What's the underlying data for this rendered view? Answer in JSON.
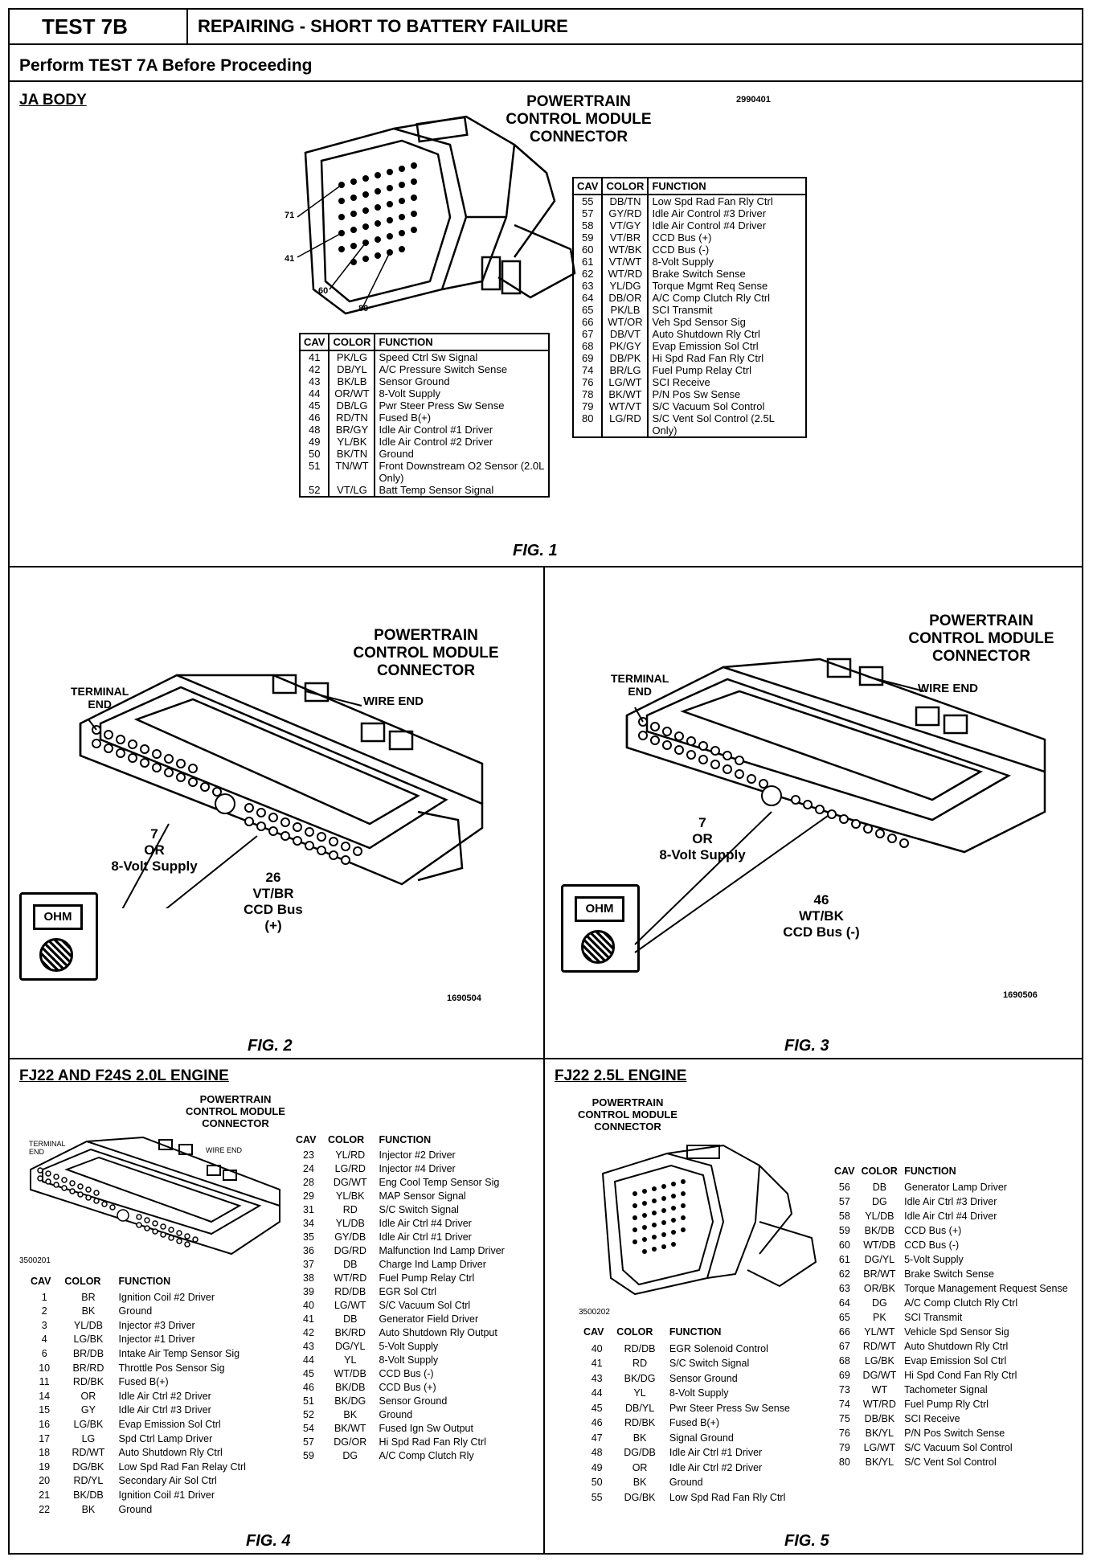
{
  "header": {
    "test_id": "TEST 7B",
    "title": "REPAIRING - SHORT TO BATTERY FAILURE",
    "subtitle": "Perform TEST 7A Before Proceeding"
  },
  "fig1": {
    "section": "JA BODY",
    "connector_title": [
      "POWERTRAIN",
      "CONTROL MODULE",
      "CONNECTOR"
    ],
    "code": "2990401",
    "callouts": [
      "71",
      "41",
      "60",
      "80"
    ],
    "caption": "FIG. 1",
    "table_headers": [
      "CAV",
      "COLOR",
      "FUNCTION"
    ],
    "table_left": [
      [
        "41",
        "PK/LG",
        "Speed Ctrl Sw Signal"
      ],
      [
        "42",
        "DB/YL",
        "A/C Pressure Switch Sense"
      ],
      [
        "43",
        "BK/LB",
        "Sensor Ground"
      ],
      [
        "44",
        "OR/WT",
        "8-Volt Supply"
      ],
      [
        "45",
        "DB/LG",
        "Pwr Steer Press Sw Sense"
      ],
      [
        "46",
        "RD/TN",
        "Fused B(+)"
      ],
      [
        "48",
        "BR/GY",
        "Idle Air Control #1 Driver"
      ],
      [
        "49",
        "YL/BK",
        "Idle Air Control #2 Driver"
      ],
      [
        "50",
        "BK/TN",
        "Ground"
      ],
      [
        "51",
        "TN/WT",
        "Front Downstream O2 Sensor (2.0L Only)"
      ],
      [
        "52",
        "VT/LG",
        "Batt Temp Sensor Signal"
      ]
    ],
    "table_right": [
      [
        "55",
        "DB/TN",
        "Low Spd Rad Fan Rly Ctrl"
      ],
      [
        "57",
        "GY/RD",
        "Idle Air Control #3 Driver"
      ],
      [
        "58",
        "VT/GY",
        "Idle Air Control #4 Driver"
      ],
      [
        "59",
        "VT/BR",
        "CCD Bus (+)"
      ],
      [
        "60",
        "WT/BK",
        "CCD Bus (-)"
      ],
      [
        "61",
        "VT/WT",
        "8-Volt Supply"
      ],
      [
        "62",
        "WT/RD",
        "Brake Switch Sense"
      ],
      [
        "63",
        "YL/DG",
        "Torque Mgmt Req Sense"
      ],
      [
        "64",
        "DB/OR",
        "A/C Comp Clutch Rly Ctrl"
      ],
      [
        "65",
        "PK/LB",
        "SCI Transmit"
      ],
      [
        "66",
        "WT/OR",
        "Veh Spd Sensor Sig"
      ],
      [
        "67",
        "DB/VT",
        "Auto Shutdown Rly Ctrl"
      ],
      [
        "68",
        "PK/GY",
        "Evap Emission Sol Ctrl"
      ],
      [
        "69",
        "DB/PK",
        "Hi Spd Rad Fan Rly Ctrl"
      ],
      [
        "74",
        "BR/LG",
        "Fuel Pump Relay Ctrl"
      ],
      [
        "76",
        "LG/WT",
        "SCI Receive"
      ],
      [
        "78",
        "BK/WT",
        "P/N Pos Sw Sense"
      ],
      [
        "79",
        "WT/VT",
        "S/C Vacuum Sol Control"
      ],
      [
        "80",
        "LG/RD",
        "S/C Vent Sol Control (2.5L Only)"
      ]
    ]
  },
  "fig2": {
    "connector_title": [
      "POWERTRAIN",
      "CONTROL MODULE",
      "CONNECTOR"
    ],
    "terminal_end": [
      "TERMINAL",
      "END"
    ],
    "wire_end": "WIRE END",
    "pin_a": [
      "7",
      "OR",
      "8-Volt Supply"
    ],
    "pin_b": [
      "26",
      "VT/BR",
      "CCD Bus",
      "(+)"
    ],
    "meter": "OHM",
    "code": "1690504",
    "caption": "FIG. 2"
  },
  "fig3": {
    "connector_title": [
      "POWERTRAIN",
      "CONTROL MODULE",
      "CONNECTOR"
    ],
    "terminal_end": [
      "TERMINAL",
      "END"
    ],
    "wire_end": "WIRE END",
    "pin_a": [
      "7",
      "OR",
      "8-Volt Supply"
    ],
    "pin_b": [
      "46",
      "WT/BK",
      "CCD Bus (-)"
    ],
    "meter": "OHM",
    "code": "1690506",
    "caption": "FIG. 3"
  },
  "fig4": {
    "section": "FJ22 AND F24S 2.0L ENGINE",
    "connector_title": [
      "POWERTRAIN",
      "CONTROL MODULE",
      "CONNECTOR"
    ],
    "terminal_end": "TERMINAL END",
    "wire_end": "WIRE END",
    "code": "3500201",
    "caption": "FIG. 4",
    "table_headers": [
      "CAV",
      "COLOR",
      "FUNCTION"
    ],
    "table_left": [
      [
        "1",
        "BR",
        "Ignition Coil #2 Driver"
      ],
      [
        "2",
        "BK",
        "Ground"
      ],
      [
        "3",
        "YL/DB",
        "Injector #3 Driver"
      ],
      [
        "4",
        "LG/BK",
        "Injector #1 Driver"
      ],
      [
        "6",
        "BR/DB",
        "Intake Air Temp Sensor Sig"
      ],
      [
        "10",
        "BR/RD",
        "Throttle Pos Sensor Sig"
      ],
      [
        "11",
        "RD/BK",
        "Fused B(+)"
      ],
      [
        "14",
        "OR",
        "Idle Air Ctrl #2 Driver"
      ],
      [
        "15",
        "GY",
        "Idle Air Ctrl #3 Driver"
      ],
      [
        "16",
        "LG/BK",
        "Evap Emission Sol Ctrl"
      ],
      [
        "17",
        "LG",
        "Spd Ctrl Lamp Driver"
      ],
      [
        "18",
        "RD/WT",
        "Auto Shutdown Rly Ctrl"
      ],
      [
        "19",
        "DG/BK",
        "Low Spd Rad Fan Relay Ctrl"
      ],
      [
        "20",
        "RD/YL",
        "Secondary Air Sol Ctrl"
      ],
      [
        "21",
        "BK/DB",
        "Ignition Coil #1 Driver"
      ],
      [
        "22",
        "BK",
        "Ground"
      ]
    ],
    "table_right": [
      [
        "23",
        "YL/RD",
        "Injector #2 Driver"
      ],
      [
        "24",
        "LG/RD",
        "Injector #4 Driver"
      ],
      [
        "28",
        "DG/WT",
        "Eng Cool Temp Sensor Sig"
      ],
      [
        "29",
        "YL/BK",
        "MAP Sensor Signal"
      ],
      [
        "31",
        "RD",
        "S/C Switch Signal"
      ],
      [
        "34",
        "YL/DB",
        "Idle Air Ctrl #4 Driver"
      ],
      [
        "35",
        "GY/DB",
        "Idle Air Ctrl #1 Driver"
      ],
      [
        "36",
        "DG/RD",
        "Malfunction Ind Lamp Driver"
      ],
      [
        "37",
        "DB",
        "Charge Ind Lamp Driver"
      ],
      [
        "38",
        "WT/RD",
        "Fuel Pump Relay Ctrl"
      ],
      [
        "39",
        "RD/DB",
        "EGR Sol Ctrl"
      ],
      [
        "40",
        "LG/WT",
        "S/C Vacuum Sol Ctrl"
      ],
      [
        "41",
        "DB",
        "Generator Field Driver"
      ],
      [
        "42",
        "BK/RD",
        "Auto Shutdown Rly Output"
      ],
      [
        "43",
        "DG/YL",
        "5-Volt Supply"
      ],
      [
        "44",
        "YL",
        "8-Volt Supply"
      ],
      [
        "45",
        "WT/DB",
        "CCD Bus (-)"
      ],
      [
        "46",
        "BK/DB",
        "CCD Bus (+)"
      ],
      [
        "51",
        "BK/DG",
        "Sensor Ground"
      ],
      [
        "52",
        "BK",
        "Ground"
      ],
      [
        "54",
        "BK/WT",
        "Fused Ign Sw Output"
      ],
      [
        "57",
        "DG/OR",
        "Hi Spd Rad Fan Rly Ctrl"
      ],
      [
        "59",
        "DG",
        "A/C Comp Clutch Rly"
      ]
    ]
  },
  "fig5": {
    "section": "FJ22 2.5L ENGINE",
    "connector_title": [
      "POWERTRAIN",
      "CONTROL MODULE",
      "CONNECTOR"
    ],
    "code": "3500202",
    "caption": "FIG. 5",
    "table_headers": [
      "CAV",
      "COLOR",
      "FUNCTION"
    ],
    "table_left": [
      [
        "40",
        "RD/DB",
        "EGR Solenoid Control"
      ],
      [
        "41",
        "RD",
        "S/C Switch Signal"
      ],
      [
        "43",
        "BK/DG",
        "Sensor Ground"
      ],
      [
        "44",
        "YL",
        "8-Volt Supply"
      ],
      [
        "45",
        "DB/YL",
        "Pwr Steer Press Sw Sense"
      ],
      [
        "46",
        "RD/BK",
        "Fused B(+)"
      ],
      [
        "47",
        "BK",
        "Signal Ground"
      ],
      [
        "48",
        "DG/DB",
        "Idle Air Ctrl #1 Driver"
      ],
      [
        "49",
        "OR",
        "Idle Air Ctrl #2 Driver"
      ],
      [
        "50",
        "BK",
        "Ground"
      ],
      [
        "55",
        "DG/BK",
        "Low Spd Rad Fan Rly Ctrl"
      ]
    ],
    "table_right": [
      [
        "56",
        "DB",
        "Generator Lamp Driver"
      ],
      [
        "57",
        "DG",
        "Idle Air Ctrl #3 Driver"
      ],
      [
        "58",
        "YL/DB",
        "Idle Air Ctrl #4 Driver"
      ],
      [
        "59",
        "BK/DB",
        "CCD Bus (+)"
      ],
      [
        "60",
        "WT/DB",
        "CCD Bus (-)"
      ],
      [
        "61",
        "DG/YL",
        "5-Volt Supply"
      ],
      [
        "62",
        "BR/WT",
        "Brake Switch Sense"
      ],
      [
        "63",
        "OR/BK",
        "Torque Management Request Sense"
      ],
      [
        "64",
        "DG",
        "A/C Comp Clutch Rly Ctrl"
      ],
      [
        "65",
        "PK",
        "SCI Transmit"
      ],
      [
        "66",
        "YL/WT",
        "Vehicle Spd Sensor Sig"
      ],
      [
        "67",
        "RD/WT",
        "Auto Shutdown Rly Ctrl"
      ],
      [
        "68",
        "LG/BK",
        "Evap Emission Sol Ctrl"
      ],
      [
        "69",
        "DG/WT",
        "Hi Spd Cond Fan Rly Ctrl"
      ],
      [
        "73",
        "WT",
        "Tachometer Signal"
      ],
      [
        "74",
        "WT/RD",
        "Fuel Pump Rly Ctrl"
      ],
      [
        "75",
        "DB/BK",
        "SCI Receive"
      ],
      [
        "76",
        "BK/YL",
        "P/N Pos Switch Sense"
      ],
      [
        "79",
        "LG/WT",
        "S/C Vacuum Sol Control"
      ],
      [
        "80",
        "BK/YL",
        "S/C Vent Sol Control"
      ]
    ]
  }
}
